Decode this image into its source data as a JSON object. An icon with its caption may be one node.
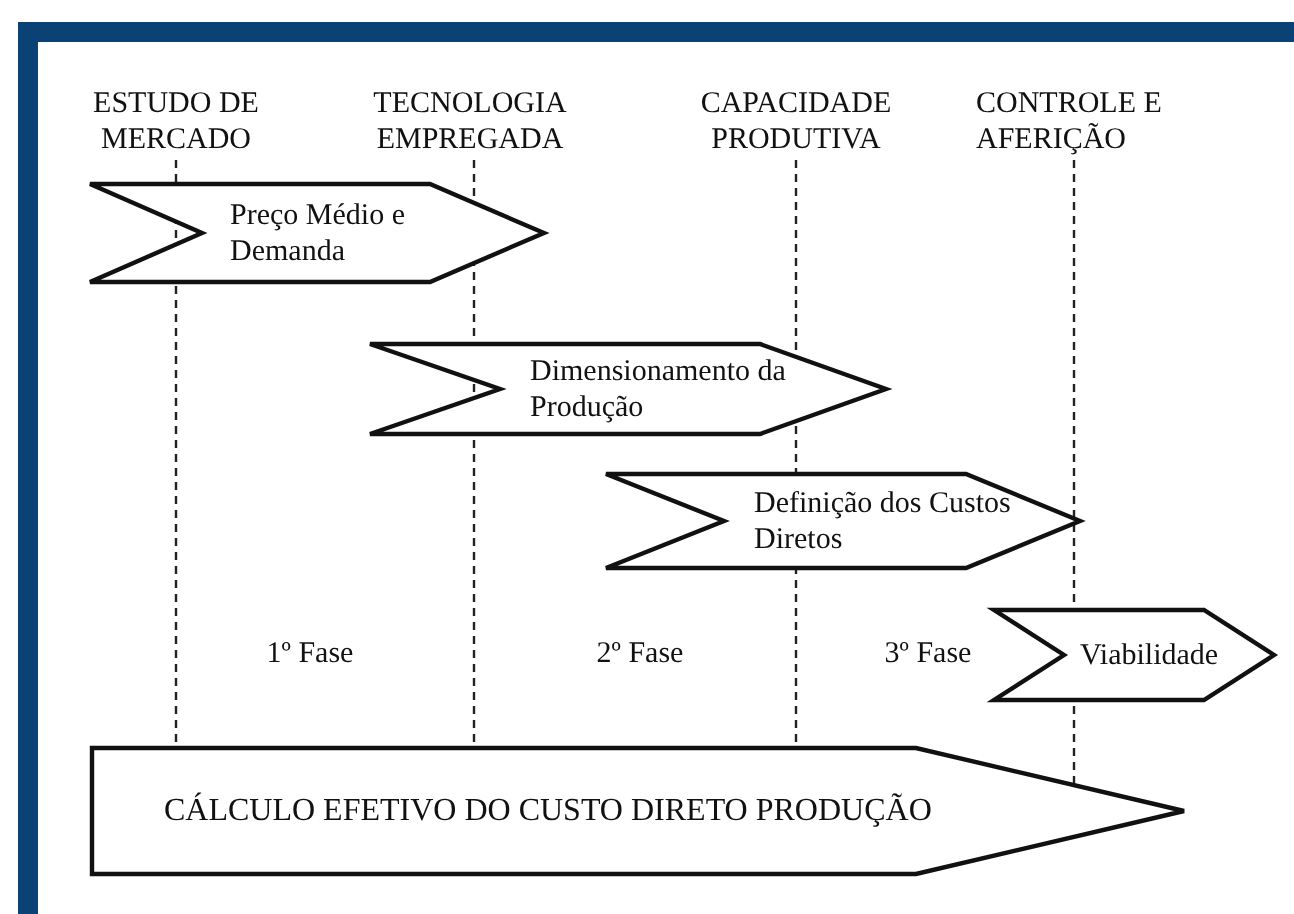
{
  "diagram": {
    "nodes": [
      {
        "text": [
          "Preço Médio e Demanda"
        ]
      },
      {
        "text": [
          "Dimensionamento da Produção"
        ]
      },
      {
        "text": [
          "Definição dos Custos Diretos"
        ]
      },
      {
        "text": [
          "Viabilidade"
        ]
      },
      {
        "text": [
          "CÁLCULO EFETIVO DO CUSTO DIRETO PRODUÇÃO"
        ]
      }
    ],
    "labels": [
      "ESTUDO DE MERCADO",
      "TECNOLOGIA EMPREGADA",
      "CAPACIDADE PRODUTIVA",
      "CONTROLE E AFERIÇÃO",
      "1º Fase",
      "2º Fase",
      "3º Fase"
    ]
  }
}
